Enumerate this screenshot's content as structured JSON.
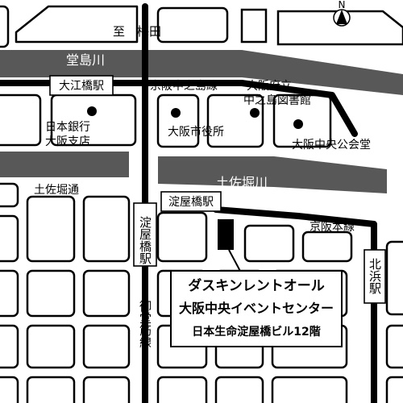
{
  "compass": {
    "label": "N"
  },
  "rivers": {
    "dojima": "堂島川",
    "tosabori": "土佐堀川"
  },
  "lines": {
    "keihan_nakanoshima": "京阪中之島線",
    "keihan_main": "京阪本線",
    "midosuji": "御堂筋線"
  },
  "stations": {
    "oebashi": "大江橋駅",
    "yodoyabashi_h": "淀屋橋駅",
    "yodoyabashi_v": "淀屋橋駅",
    "kitahama": "北浜駅"
  },
  "landmarks": {
    "umeda": "至　梅田",
    "boj": [
      "日本銀行",
      "大阪支店"
    ],
    "city_hall": "大阪市役所",
    "library": [
      "大阪府立",
      "中之島図書館"
    ],
    "public_hall": "大阪中央公会堂",
    "tosabori_dori": "土佐堀通"
  },
  "venue": {
    "line1": "ダスキンレントオール",
    "line2": "大阪中央イベントセンター",
    "line3": "日本生命淀屋橋ビル12階"
  }
}
